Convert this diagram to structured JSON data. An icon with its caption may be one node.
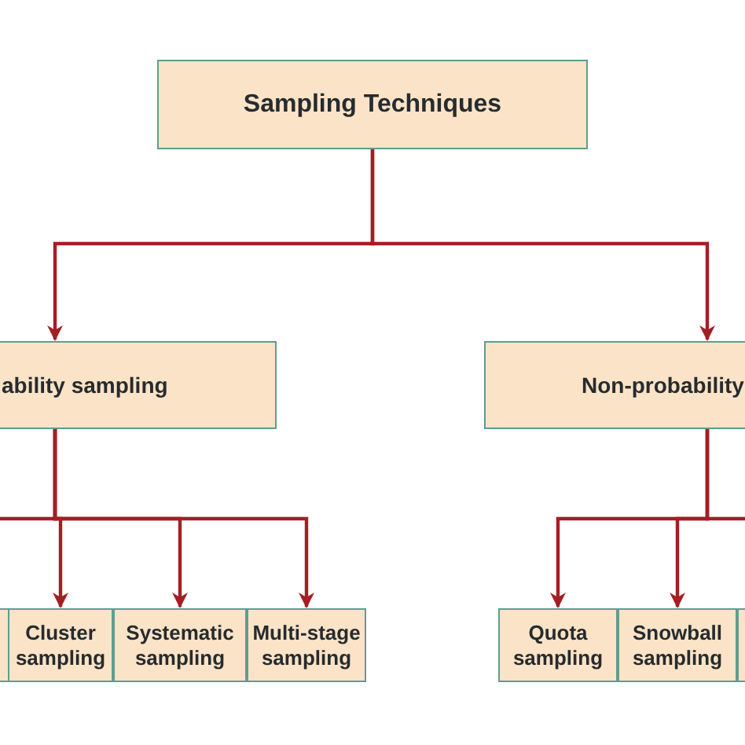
{
  "diagram": {
    "nodes": [
      {
        "text": [
          "Sampling Techniques"
        ]
      },
      {
        "text": [
          "ability sampling"
        ]
      },
      {
        "text": [
          "Non-probability"
        ]
      },
      {
        "text": [],
        "shape": "box"
      },
      {
        "text": [
          "Cluster sampling"
        ]
      },
      {
        "text": [
          "Systematic sampling"
        ]
      },
      {
        "text": [
          "Multi-stage sampling"
        ]
      },
      {
        "text": [
          "Quota sampling"
        ]
      },
      {
        "text": [
          "Snowball sampling"
        ]
      },
      {
        "text": [],
        "shape": "box"
      }
    ],
    "edges": [
      {
        "from": 0,
        "to": 1,
        "arrow": "to"
      },
      {
        "from": 0,
        "to": 2,
        "arrow": "to"
      },
      {
        "from": 1,
        "to": null,
        "arrow": "none"
      },
      {
        "from": 1,
        "to": 4,
        "arrow": "to"
      },
      {
        "from": 1,
        "to": 5,
        "arrow": "to"
      },
      {
        "from": 1,
        "to": 6,
        "arrow": "to"
      },
      {
        "from": 2,
        "to": 7,
        "arrow": "to"
      },
      {
        "from": 2,
        "to": 8,
        "arrow": "to"
      },
      {
        "from": 2,
        "to": null,
        "arrow": "none"
      }
    ]
  }
}
